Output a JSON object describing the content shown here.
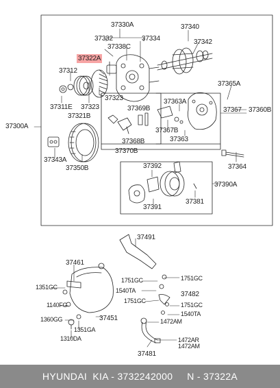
{
  "labels": {
    "p37330A": "37330A",
    "p37340": "37340",
    "p37332": "37332",
    "p37334": "37334",
    "p37338C": "37338C",
    "p37342": "37342",
    "p37322A": "37322A",
    "p37312": "37312",
    "p37323a": "37323",
    "p37323b": "37323",
    "p37365A": "37365A",
    "p37363A": "37363A",
    "p37369B": "37369B",
    "p37367": "37367",
    "p37360B": "37360B",
    "p37311E": "37311E",
    "p37321B": "37321B",
    "p37300A": "37300A",
    "p37367B": "37367B",
    "p37368B": "37368B",
    "p37363": "37363",
    "p37370B": "37370B",
    "p37343A": "37343A",
    "p37350B": "37350B",
    "p37364": "37364",
    "p37392": "37392",
    "p37390A": "37390A",
    "p37381": "37381",
    "p37391": "37391",
    "p37491": "37491",
    "p37461": "37461",
    "p1751GC_a": "1751GC",
    "p1751GC_b": "1751GC",
    "p1351GC": "1351GC",
    "p1540TA_a": "1540TA",
    "p37482": "37482",
    "p1751GC_c": "1751GC",
    "p1751GC_d": "1751GC",
    "p1140FG": "1140FG",
    "p1540TA_b": "1540TA",
    "p1360GG": "1360GG",
    "p37451": "37451",
    "p1472AM_a": "1472AM",
    "p1351GA": "1351GA",
    "p1310DA": "1310DA",
    "p1472AR": "1472AR",
    "p1472AM_b": "1472AM",
    "p37481": "37481"
  },
  "footer": {
    "text": "HYUNDAI  KIA - 3732242000     N - 37322A"
  },
  "colors": {
    "highlight": "#f05a5a",
    "footer_bg": "#8a8a8a",
    "line": "#222222"
  }
}
